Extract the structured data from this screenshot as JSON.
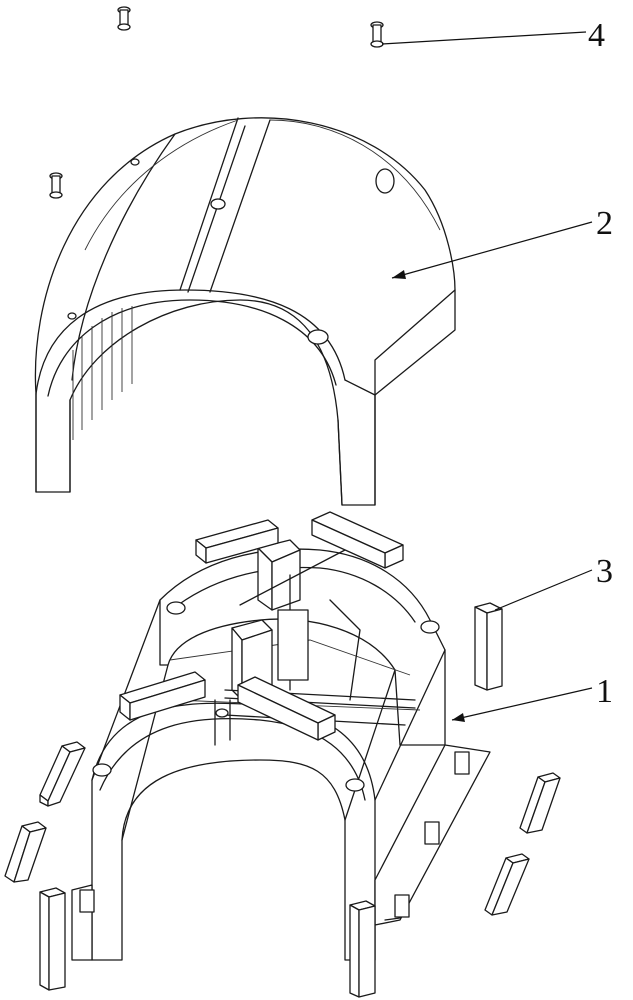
{
  "callouts": [
    {
      "number": "1",
      "part": "base-frame"
    },
    {
      "number": "2",
      "part": "arched-cover"
    },
    {
      "number": "3",
      "part": "block-element"
    },
    {
      "number": "4",
      "part": "rivet"
    }
  ],
  "colors": {
    "line": "#1a1a1a",
    "background": "#ffffff"
  }
}
